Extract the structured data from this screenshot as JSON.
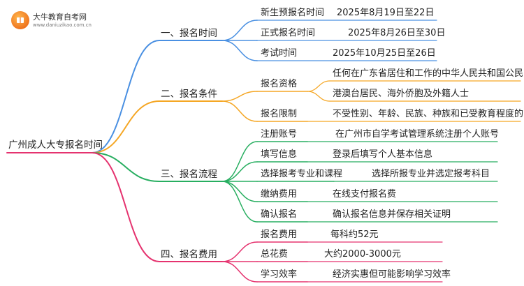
{
  "brand": {
    "name": "大牛教育自考网",
    "url": "www.daniuzikao.com.cn"
  },
  "root": "广州成人大专报名时间",
  "colors": {
    "branch_1": "#4a90e2",
    "branch_2": "#f5a623",
    "branch_3": "#27ae60",
    "branch_4": "#e5336f",
    "root_line": "#e5336f"
  },
  "branches": [
    {
      "label": "一、报名时间",
      "items": [
        {
          "label": "新生预报名时间",
          "value": "2025年8月19日至22日"
        },
        {
          "label": "正式报名时间",
          "value": "2025年8月26日至30日"
        },
        {
          "label": "考试时间",
          "value": "2025年10月25日至26日"
        }
      ]
    },
    {
      "label": "二、报名条件",
      "items": [
        {
          "label": "报名资格",
          "values": [
            "任何在广东省居住和工作的中华人民共和国公民",
            "港澳台居民、海外侨胞及外籍人士"
          ]
        },
        {
          "label": "报名限制",
          "values": [
            "不受性别、年龄、民族、种族和已受教育程度的限制"
          ]
        }
      ]
    },
    {
      "label": "三、报名流程",
      "items": [
        {
          "label": "注册账号",
          "value": "在广州市自学考试管理系统注册个人账号"
        },
        {
          "label": "填写信息",
          "value": "登录后填写个人基本信息"
        },
        {
          "label": "选择报考专业和课程",
          "value": "选择所报专业并选定报考科目"
        },
        {
          "label": "缴纳费用",
          "value": "在线支付报名费"
        },
        {
          "label": "确认报名",
          "value": "确认报名信息并保存相关证明"
        }
      ]
    },
    {
      "label": "四、报名费用",
      "items": [
        {
          "label": "报名费用",
          "value": "每科约52元"
        },
        {
          "label": "总花费",
          "value": "大约2000-3000元"
        },
        {
          "label": "学习效率",
          "value": "经济实惠但可能影响学习效率"
        }
      ]
    }
  ]
}
